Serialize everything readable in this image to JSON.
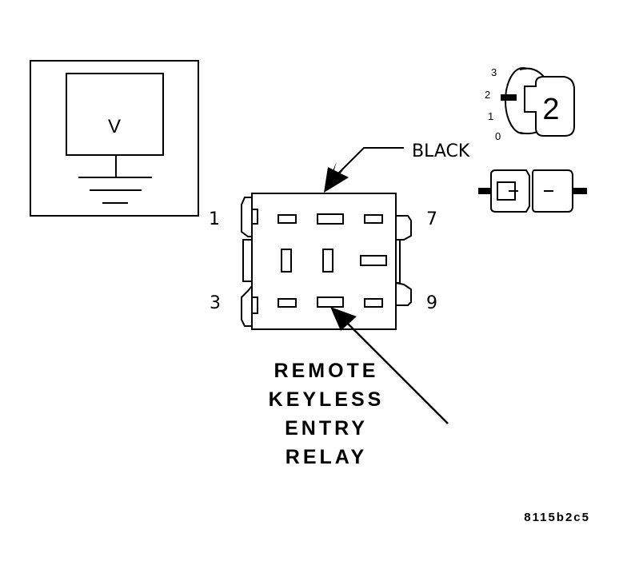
{
  "meter": {
    "symbol": "V"
  },
  "connector": {
    "color_label": "BLACK",
    "pins": {
      "top_left": "1",
      "top_right": "7",
      "bottom_left": "3",
      "bottom_right": "9"
    }
  },
  "ignition": {
    "positions": [
      "3",
      "2",
      "1",
      "0"
    ],
    "key_number": "2"
  },
  "caption": {
    "line1": "REMOTE",
    "line2": "KEYLESS",
    "line3": "ENTRY",
    "line4": "RELAY"
  },
  "figure_id": "8115b2c5"
}
